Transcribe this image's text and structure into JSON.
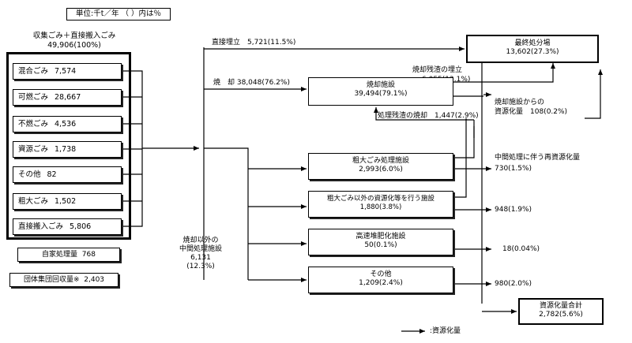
{
  "unit_label": "単位:千t／年 （ ）内は％",
  "source": {
    "title": "収集ごみ＋直接搬入ごみ",
    "total": "49,906(100%)",
    "items": [
      {
        "label": "混合ごみ",
        "value": "7,574"
      },
      {
        "label": "可燃ごみ",
        "value": "28,667"
      },
      {
        "label": "不燃ごみ",
        "value": "4,536"
      },
      {
        "label": "資源ごみ",
        "value": "1,738"
      },
      {
        "label": "その他",
        "value": "82"
      },
      {
        "label": "粗大ごみ",
        "value": "1,502"
      },
      {
        "label": "直接搬入ごみ",
        "value": "5,806"
      }
    ]
  },
  "self_processing": {
    "label": "自家処理量",
    "value": "768"
  },
  "group_collection": {
    "label": "団体集団回収量",
    "mark": "※",
    "value": "2,403"
  },
  "flows": {
    "direct_landfill": "直接埋立　5,721(11.5%)",
    "incineration": "焼　却 38,048(76.2%)",
    "residue_landfill": "焼却残渣の埋立",
    "residue_landfill_value": "6,055(12.1%)",
    "residue_incineration": "処理残渣の焼却　1,447(2.9%)",
    "incineration_recovery_label": "焼却施設からの",
    "incineration_recovery_value": "資源化量　108(0.2%)",
    "intermediate_label": [
      "焼却以外の",
      "中間処理施設",
      "6,131",
      "(12.3%)"
    ],
    "intermediate_recovery_label": "中間処理に伴う再資源化量",
    "intermediate_recovery_values": [
      "730(1.5%)",
      "948(1.9%)",
      "18(0.04%)",
      "980(2.0%)"
    ]
  },
  "final_disposal": {
    "title": "最終処分場",
    "value": "13,602(27.3%)"
  },
  "incinerator": {
    "title": "焼却施設",
    "value": "39,494(79.1%)"
  },
  "facilities": [
    {
      "title": "粗大ごみ処理施設",
      "value": "2,993(6.0%)"
    },
    {
      "title": "粗大ごみ以外の資源化等を行う施設",
      "value": "1,880(3.8%)"
    },
    {
      "title": "高速堆肥化施設",
      "value": "50(0.1%)"
    },
    {
      "title": "その他",
      "value": "1,209(2.4%)"
    }
  ],
  "recycling_total": {
    "title": "資源化量合計",
    "value": "2,782(5.6%)"
  },
  "legend": ":資源化量"
}
